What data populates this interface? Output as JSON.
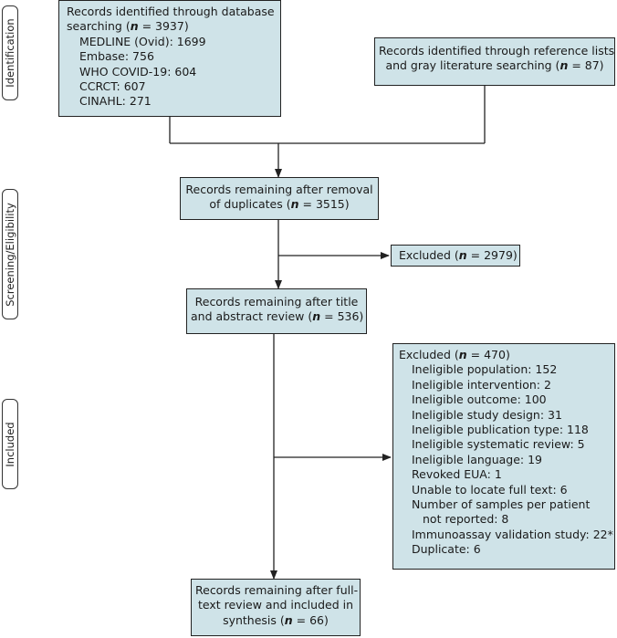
{
  "stages": [
    {
      "label": "Identification"
    },
    {
      "label": "Screening/Eligibility"
    },
    {
      "label": "Included"
    }
  ],
  "boxes": {
    "database": {
      "lines": [
        "Records identified through database",
        "searching ("
      ],
      "n": "3937",
      "sources": [
        "MEDLINE (Ovid): 1699",
        "Embase: 756",
        "WHO COVID-19: 604",
        "CCRCT: 607",
        "CINAHL: 271"
      ]
    },
    "reference": {
      "line1": "Records identified through reference lists",
      "line2": "and gray literature searching (",
      "n": "87"
    },
    "duplicates": {
      "line1": "Records remaining after removal",
      "line2": "of duplicates (",
      "n": "3515"
    },
    "excluded1": {
      "line1": "Excluded (",
      "n": "2979"
    },
    "title_review": {
      "line1": "Records remaining after title",
      "line2": "and abstract review (",
      "n": "536"
    },
    "excluded2": {
      "line1": "Excluded (",
      "n": "470",
      "reasons": [
        "Ineligible population: 152",
        "Ineligible intervention: 2",
        "Ineligible outcome: 100",
        "Ineligible study design: 31",
        "Ineligible publication type: 118",
        "Ineligible systematic review: 5",
        "Ineligible language: 19",
        "Revoked EUA: 1",
        "Unable to locate full text: 6",
        "Number of samples per patient",
        "not reported: 8",
        "Immunoassay validation study: 22*",
        "Duplicate: 6"
      ]
    },
    "final": {
      "line1": "Records remaining after full-",
      "line2": "text review and included in",
      "line3": "synthesis (",
      "n": "66"
    }
  },
  "n_symbol": "n",
  "eq": " = ",
  "close": ")"
}
